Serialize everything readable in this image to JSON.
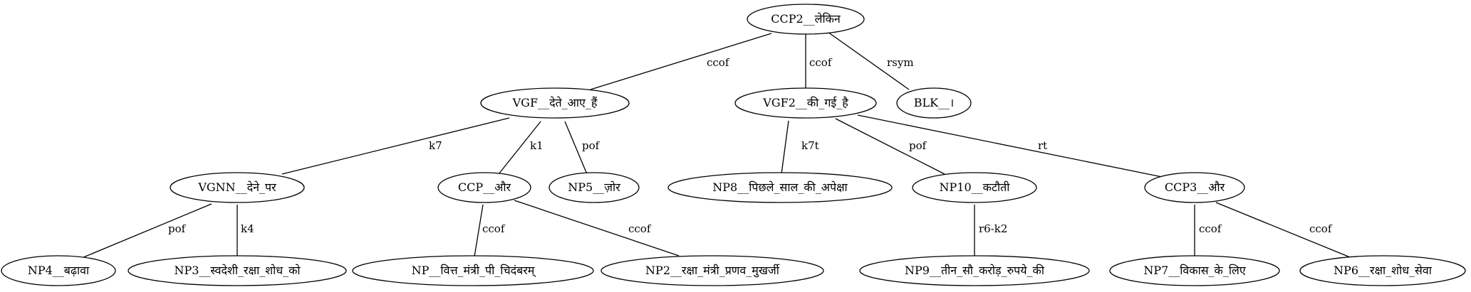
{
  "nodes": {
    "ccp2": "CCP2__लेकिन",
    "vgf": "VGF__देते_आए_हैं",
    "vgf2": "VGF2__की_गई_है",
    "blk": "BLK__।",
    "vgnn": "VGNN__देने_पर",
    "ccp": "CCP__और",
    "np5": "NP5__ज़ोर",
    "np8": "NP8__पिछले_साल_की_अपेक्षा",
    "np10": "NP10__कटौती",
    "ccp3": "CCP3__और",
    "np4": "NP4__बढ़ावा",
    "np3": "NP3__स्वदेशी_रक्षा_शोध_को",
    "np": "NP__वित्त_मंत्री_पी_चिदंबरम्",
    "np2": "NP2__रक्षा_मंत्री_प्रणव_मुखर्जी",
    "np9": "NP9__तीन_सौ_करोड़_रुपये_की",
    "np7": "NP7__विकास_के_लिए",
    "np6": "NP6__रक्षा_शोध_सेवा"
  },
  "edges": {
    "ccp2_vgf": "ccof",
    "ccp2_vgf2": "ccof",
    "ccp2_blk": "rsym",
    "vgf_vgnn": "k7",
    "vgf_ccp": "k1",
    "vgf_np5": "pof",
    "vgf2_np8": "k7t",
    "vgf2_np10": "pof",
    "vgf2_ccp3": "rt",
    "vgnn_np4": "pof",
    "vgnn_np3": "k4",
    "ccp_np": "ccof",
    "ccp_np2": "ccof",
    "np10_np9": "r6-k2",
    "ccp3_np7": "ccof",
    "ccp3_np6": "ccof"
  }
}
